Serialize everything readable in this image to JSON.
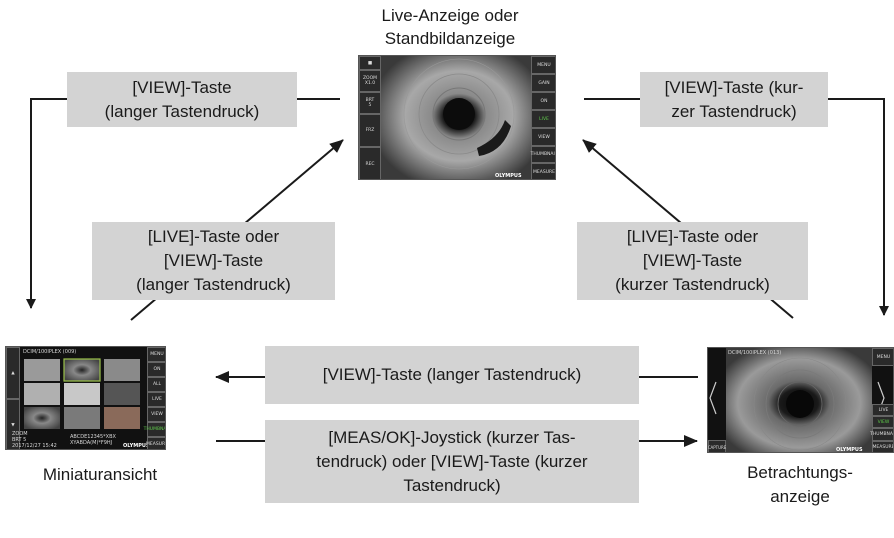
{
  "top_title": "Live-Anzeige oder\nStandbildanzeige",
  "bottom_left_title": "Miniaturansicht",
  "bottom_right_title": "Betrachtungs-\nanzeige",
  "labels": {
    "view_long_top": "[VIEW]-Taste\n(langer Tastendruck)",
    "view_short_top": "[VIEW]-Taste (kur-\nzer Tastendruck)",
    "live_view_long": "[LIVE]-Taste oder\n[VIEW]-Taste\n(langer Tastendruck)",
    "live_view_short": "[LIVE]-Taste oder\n[VIEW]-Taste\n(kurzer Tastendruck)",
    "view_long_middle": "[VIEW]-Taste (langer Tastendruck)",
    "meas_ok": "[MEAS/OK]-Joystick (kurzer Tas-\ntendruck) oder [VIEW]-Taste (kurzer\nTastendruck)"
  },
  "live_screen": {
    "left_buttons": [
      "ZOOM\nX1.0",
      "BRT\n5",
      "FRZ",
      "REC"
    ],
    "right_buttons": [
      "MENU",
      "GAIN",
      "ON",
      "LIVE",
      "VIEW",
      "THUMBNAIL",
      "MEASURE"
    ],
    "brand": "OLYMPUS"
  },
  "thumb_screen": {
    "path": "DCIM/100IPLEX (009)",
    "right_buttons": [
      "MENU",
      "ON",
      "ALL",
      "LIVE",
      "VIEW",
      "THUMBNAIL",
      "MEASURE"
    ],
    "footer_left": "ZOOM\nBRT 5\n2017/12/27 15:42",
    "footer_mid": "ABCDE12345*XBX\nXYABDA(M)*F9HJ",
    "brand": "OLYMPUS"
  },
  "view_screen": {
    "path": "DCIM/100IPLEX (013)",
    "right_buttons": [
      "MENU",
      "LIVE",
      "VIEW",
      "THUMBNAIL",
      "MEASURE"
    ],
    "left_buttons": [
      "CAPTURE"
    ],
    "brand": "OLYMPUS"
  }
}
